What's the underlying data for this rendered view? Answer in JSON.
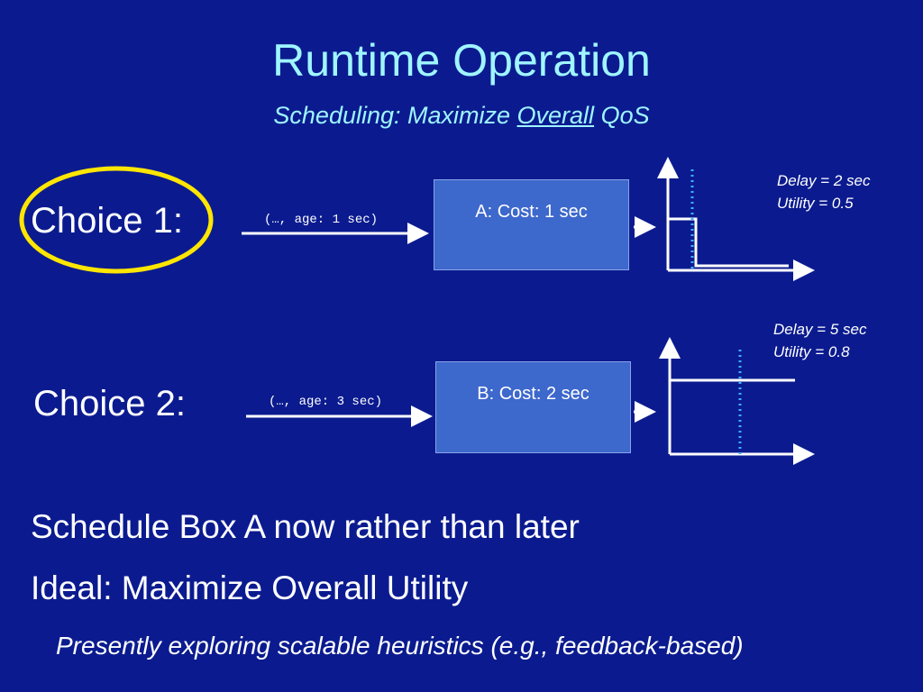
{
  "title": "Runtime Operation",
  "subtitle": {
    "prefix": "Scheduling:  Maximize ",
    "underlined": "Overall",
    "suffix": " QoS"
  },
  "choices": [
    {
      "label": "Choice 1:",
      "tuple": "(…, age: 1 sec)",
      "box_label": "A:   Cost:  1 sec",
      "delay": "Delay = 2 sec",
      "utility": "Utility = 0.5",
      "circled": true
    },
    {
      "label": "Choice 2:",
      "tuple": "(…, age: 3 sec)",
      "box_label": "B:   Cost:  2 sec",
      "delay": "Delay = 5 sec",
      "utility": "Utility = 0.8",
      "circled": false
    }
  ],
  "bullets": [
    "Schedule Box A now rather than later",
    "Ideal:  Maximize Overall Utility"
  ],
  "footer": "Presently exploring scalable heuristics (e.g., feedback-based)",
  "colors": {
    "background": "#0b1b8f",
    "title": "#9ff5ff",
    "box_fill": "#3d68cc",
    "highlight_circle": "#ffe600",
    "deadline_dotted": "#3fb0ff"
  }
}
